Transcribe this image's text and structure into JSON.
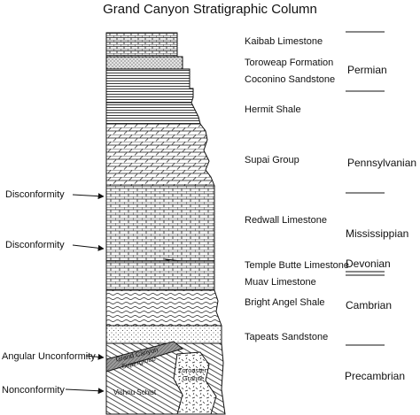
{
  "title": "Grand Canyon Stratigraphic Column",
  "formations": {
    "kaibab": "Kaibab Limestone",
    "toroweap": "Toroweap Formation",
    "coconino": "Coconino Sandstone",
    "hermit": "Hermit Shale",
    "supai": "Supai Group",
    "redwall": "Redwall Limestone",
    "temple_butte": "Temple Butte Limestone",
    "muav": "Muav Limestone",
    "bright_angel": "Bright Angel Shale",
    "tapeats": "Tapeats Sandstone"
  },
  "periods": {
    "permian": "Permian",
    "pennsylvanian": "Pennsylvanian",
    "mississippian": "Mississippian",
    "devonian": "Devonian",
    "cambrian": "Cambrian",
    "precambrian": "Precambrian"
  },
  "unconformities": {
    "disc_upper": "Disconformity",
    "disc_lower": "Disconformity",
    "angular": "Angular Unconformity",
    "non": "Nonconformity"
  },
  "basement": {
    "supergroup_line1": "Grand Canyon",
    "supergroup_line2": "Supergroup",
    "schist": "Vishnu Schist",
    "granite_line1": "Zoroaster",
    "granite_line2": "Granite"
  }
}
